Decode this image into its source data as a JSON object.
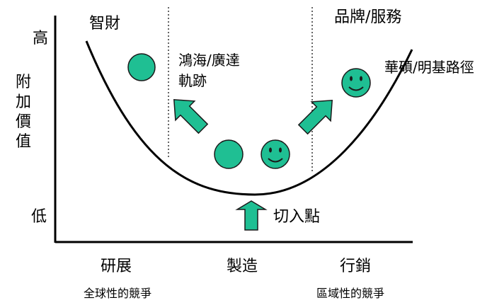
{
  "y_axis": {
    "high": "高",
    "title_chars": [
      "附",
      "加",
      "價",
      "值"
    ],
    "low": "低"
  },
  "top_labels": {
    "left": "智財",
    "right": "品牌/服務"
  },
  "side_labels": {
    "left_line1": "鴻海/廣達",
    "left_line2": "軌跡",
    "right": "華碩/明基路徑"
  },
  "entry_point": "切入點",
  "stages": [
    "研展",
    "製造",
    "行銷"
  ],
  "competition": {
    "left": "全球性的競爭",
    "right": "區域性的競爭"
  },
  "colors": {
    "accent": "#1fbf93",
    "outline": "#1a1a1a"
  }
}
